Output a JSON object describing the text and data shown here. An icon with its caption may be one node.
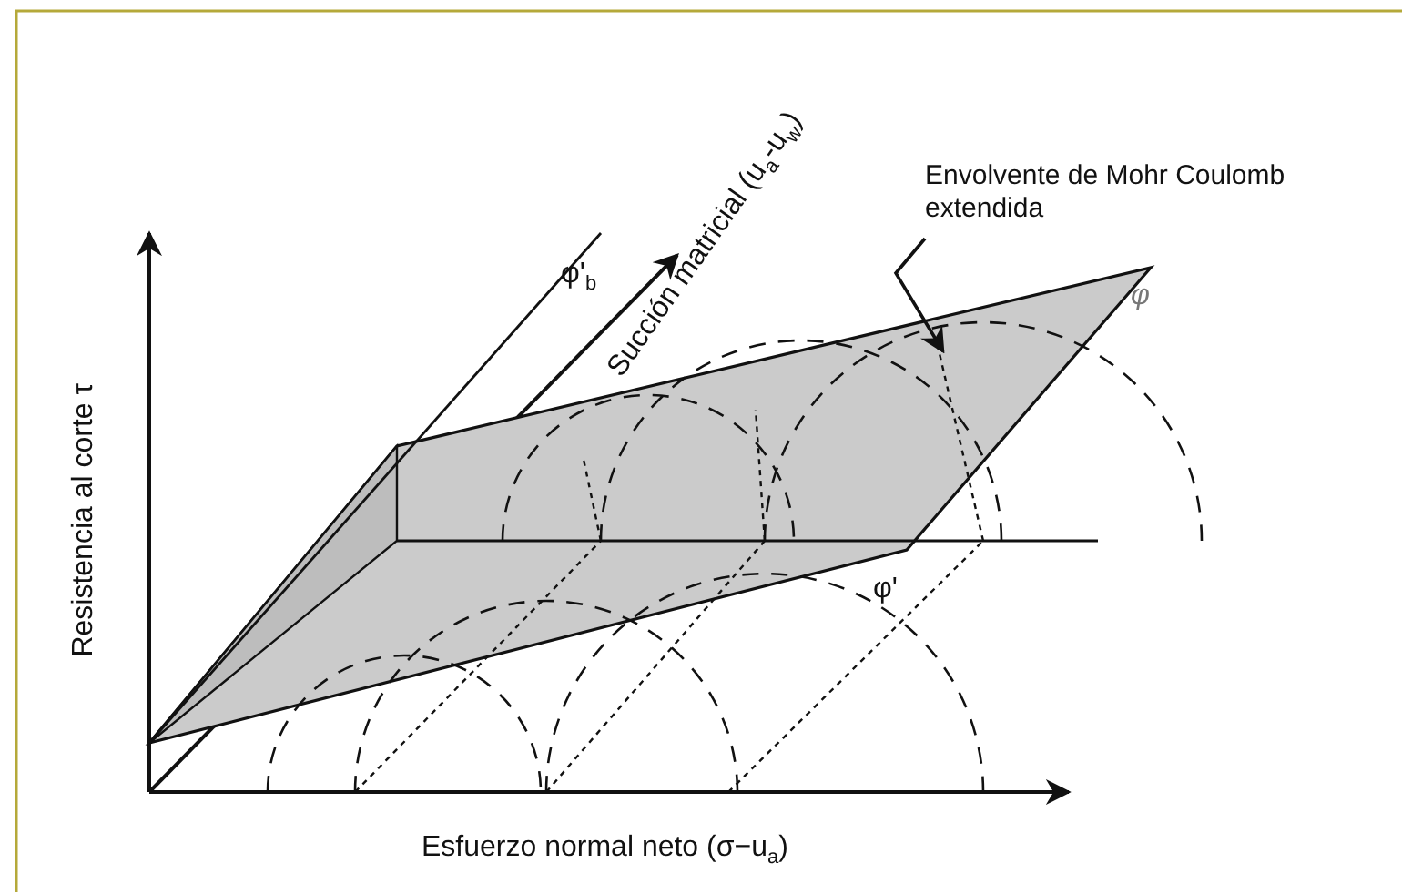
{
  "diagram": {
    "nodes": [
      {
        "text": [
          "Envolvente de Mohr Coulomb extendida"
        ]
      },
      {
        "text": [],
        "shape": "parallelogram"
      }
    ],
    "edges": [
      {
        "from": 0,
        "to": 1,
        "arrow": "to"
      }
    ],
    "labels": [
      "Resistencia al corte τ",
      "Succión matricial (u$_{a}$-u$_{w}$)",
      "φ'$_{b}$",
      "φ",
      "φ'",
      "Esfuerzo normal neto (σ−u$_{a}$)"
    ]
  }
}
